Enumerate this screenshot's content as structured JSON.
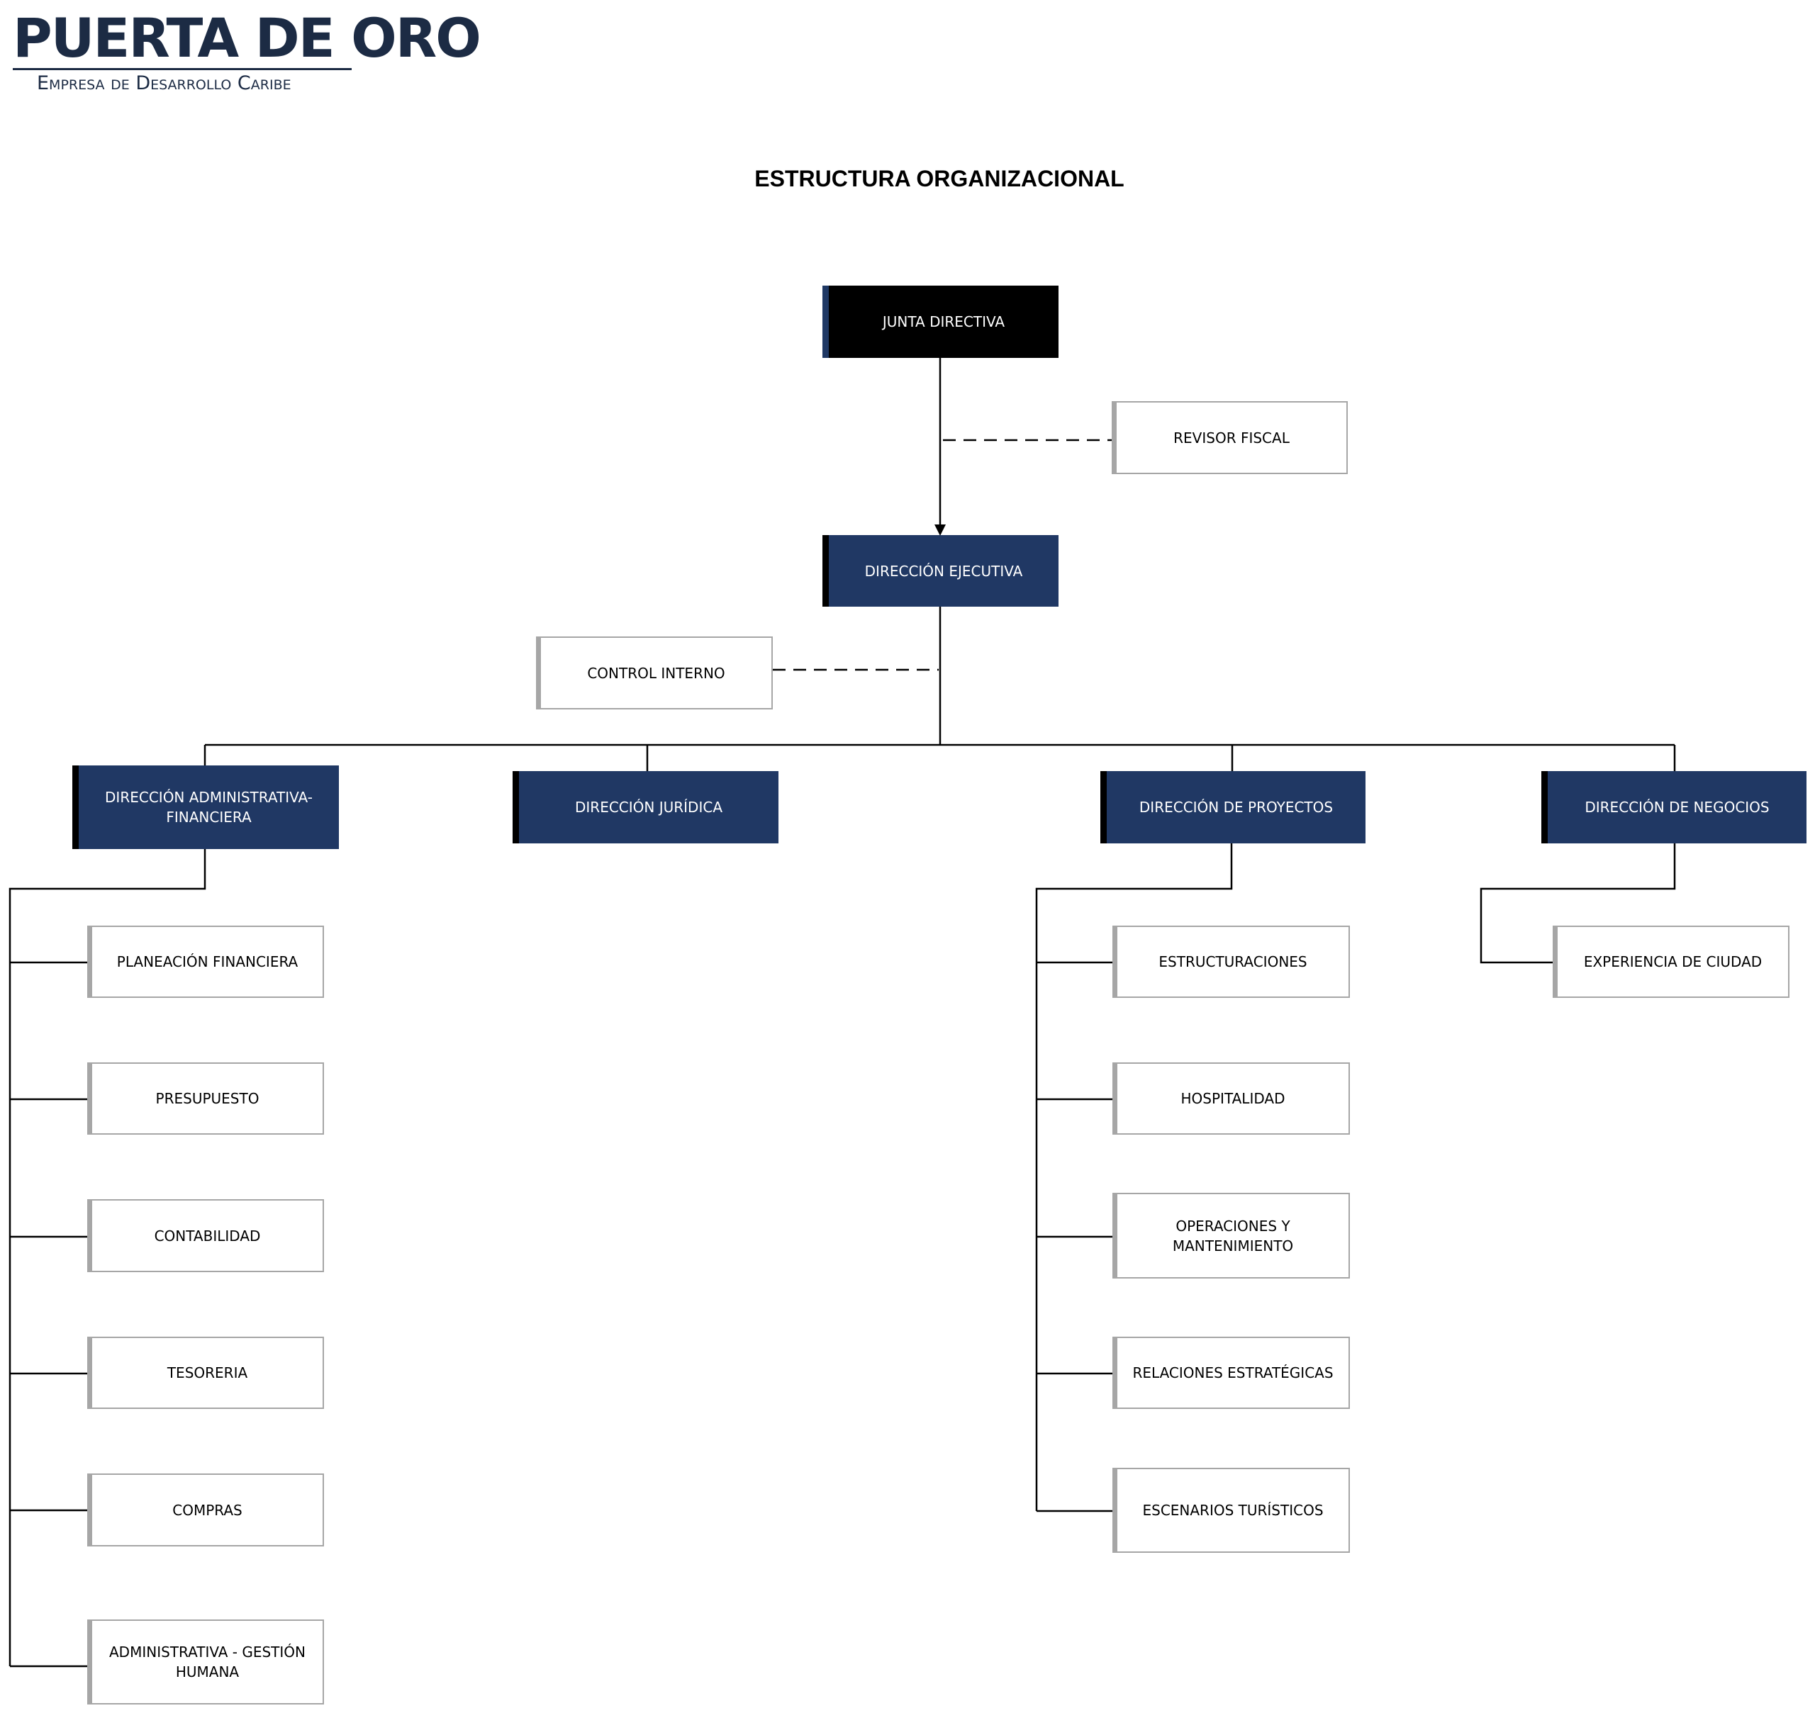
{
  "logo": {
    "brand": "PUERTA DE ORO",
    "tagline": "Empresa de Desarrollo Caribe"
  },
  "title": "ESTRUCTURA ORGANIZACIONAL",
  "colors": {
    "navy": "#203864",
    "black": "#000000",
    "gray_border": "#a6a6a6",
    "logo": "#1c2b44"
  },
  "nodes": {
    "junta": "JUNTA DIRECTIVA",
    "revisor": "REVISOR FISCAL",
    "ejecutiva": "DIRECCIÓN EJECUTIVA",
    "control": "CONTROL INTERNO",
    "admin_fin": "DIRECCIÓN ADMINISTRATIVA-FINANCIERA",
    "juridica": "DIRECCIÓN JURÍDICA",
    "proyectos": "DIRECCIÓN DE PROYECTOS",
    "negocios": "DIRECCIÓN DE NEGOCIOS",
    "admin_units": [
      "PLANEACIÓN FINANCIERA",
      "PRESUPUESTO",
      "CONTABILIDAD",
      "TESORERIA",
      "COMPRAS",
      "ADMINISTRATIVA - GESTIÓN HUMANA"
    ],
    "proyectos_units": [
      "ESTRUCTURACIONES",
      "HOSPITALIDAD",
      "OPERACIONES Y MANTENIMIENTO",
      "RELACIONES ESTRATÉGICAS",
      "ESCENARIOS TURÍSTICOS"
    ],
    "negocios_units": [
      "EXPERIENCIA DE CIUDAD"
    ]
  }
}
